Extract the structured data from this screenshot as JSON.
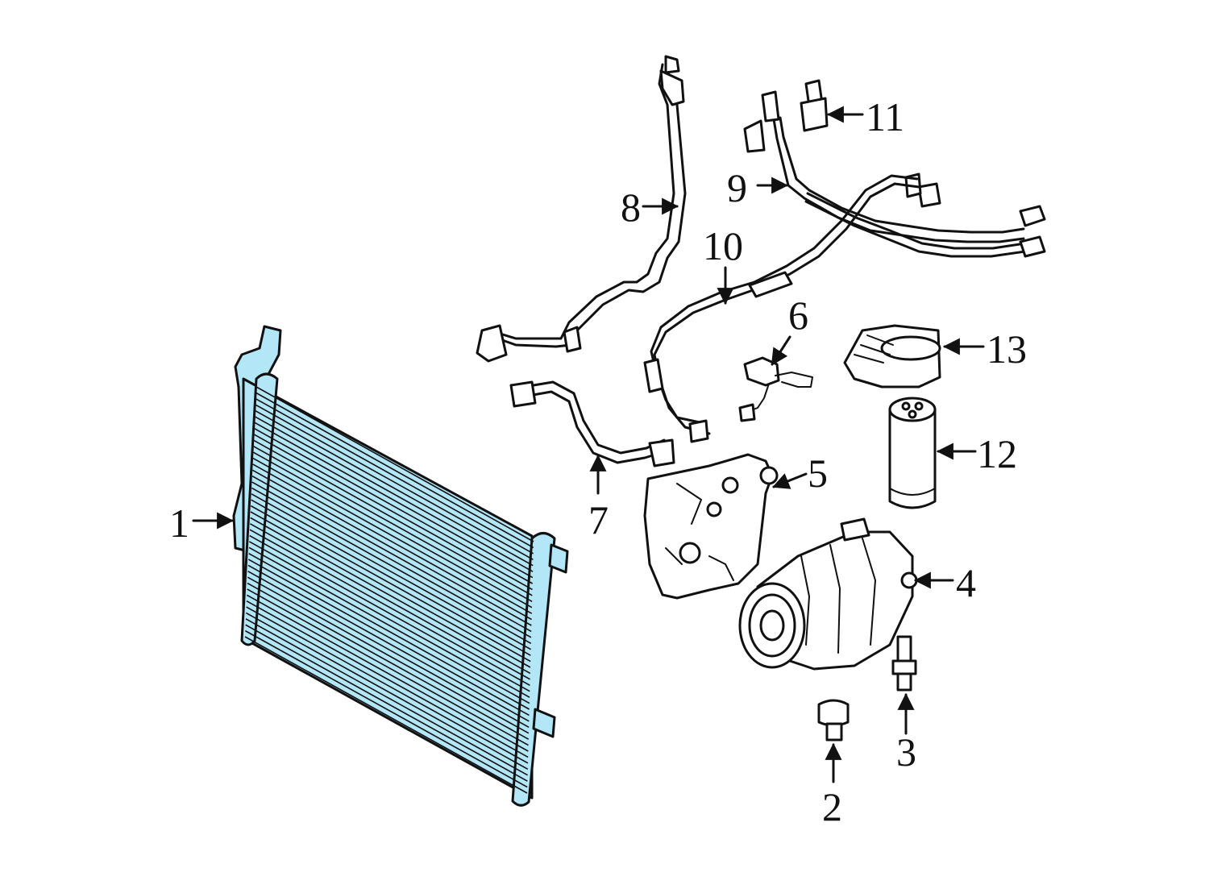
{
  "diagram": {
    "highlight_color": "#b3e6f7",
    "line_color": "#111111",
    "callouts": [
      {
        "id": "1",
        "label": "1"
      },
      {
        "id": "2",
        "label": "2"
      },
      {
        "id": "3",
        "label": "3"
      },
      {
        "id": "4",
        "label": "4"
      },
      {
        "id": "5",
        "label": "5"
      },
      {
        "id": "6",
        "label": "6"
      },
      {
        "id": "7",
        "label": "7"
      },
      {
        "id": "8",
        "label": "8"
      },
      {
        "id": "9",
        "label": "9"
      },
      {
        "id": "10",
        "label": "10"
      },
      {
        "id": "11",
        "label": "11"
      },
      {
        "id": "12",
        "label": "12"
      },
      {
        "id": "13",
        "label": "13"
      }
    ]
  }
}
